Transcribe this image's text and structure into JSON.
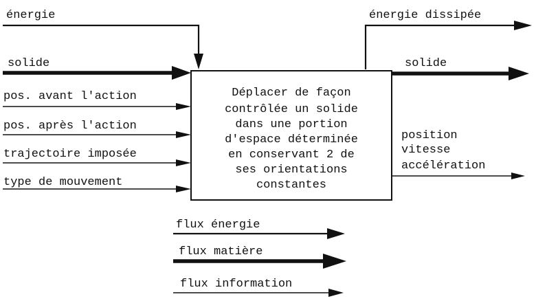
{
  "function_box": {
    "lines": [
      "Déplacer de façon",
      "contrôlée un solide",
      "dans une portion",
      "d'espace déterminée",
      "en conservant 2 de",
      "ses orientations",
      "constantes"
    ]
  },
  "inputs": {
    "energie": "énergie",
    "solide": "solide",
    "pos_avant": "pos. avant l'action",
    "pos_apres": "pos. après l'action",
    "trajectoire": "trajectoire imposée",
    "type_mouvement": "type de mouvement"
  },
  "outputs": {
    "energie_dissipee": "énergie dissipée",
    "solide": "solide",
    "position_lines": [
      "position",
      "vitesse",
      "accélération"
    ]
  },
  "legend": {
    "flux_energie": "flux énergie",
    "flux_matiere": "flux matière",
    "flux_information": "flux information"
  }
}
